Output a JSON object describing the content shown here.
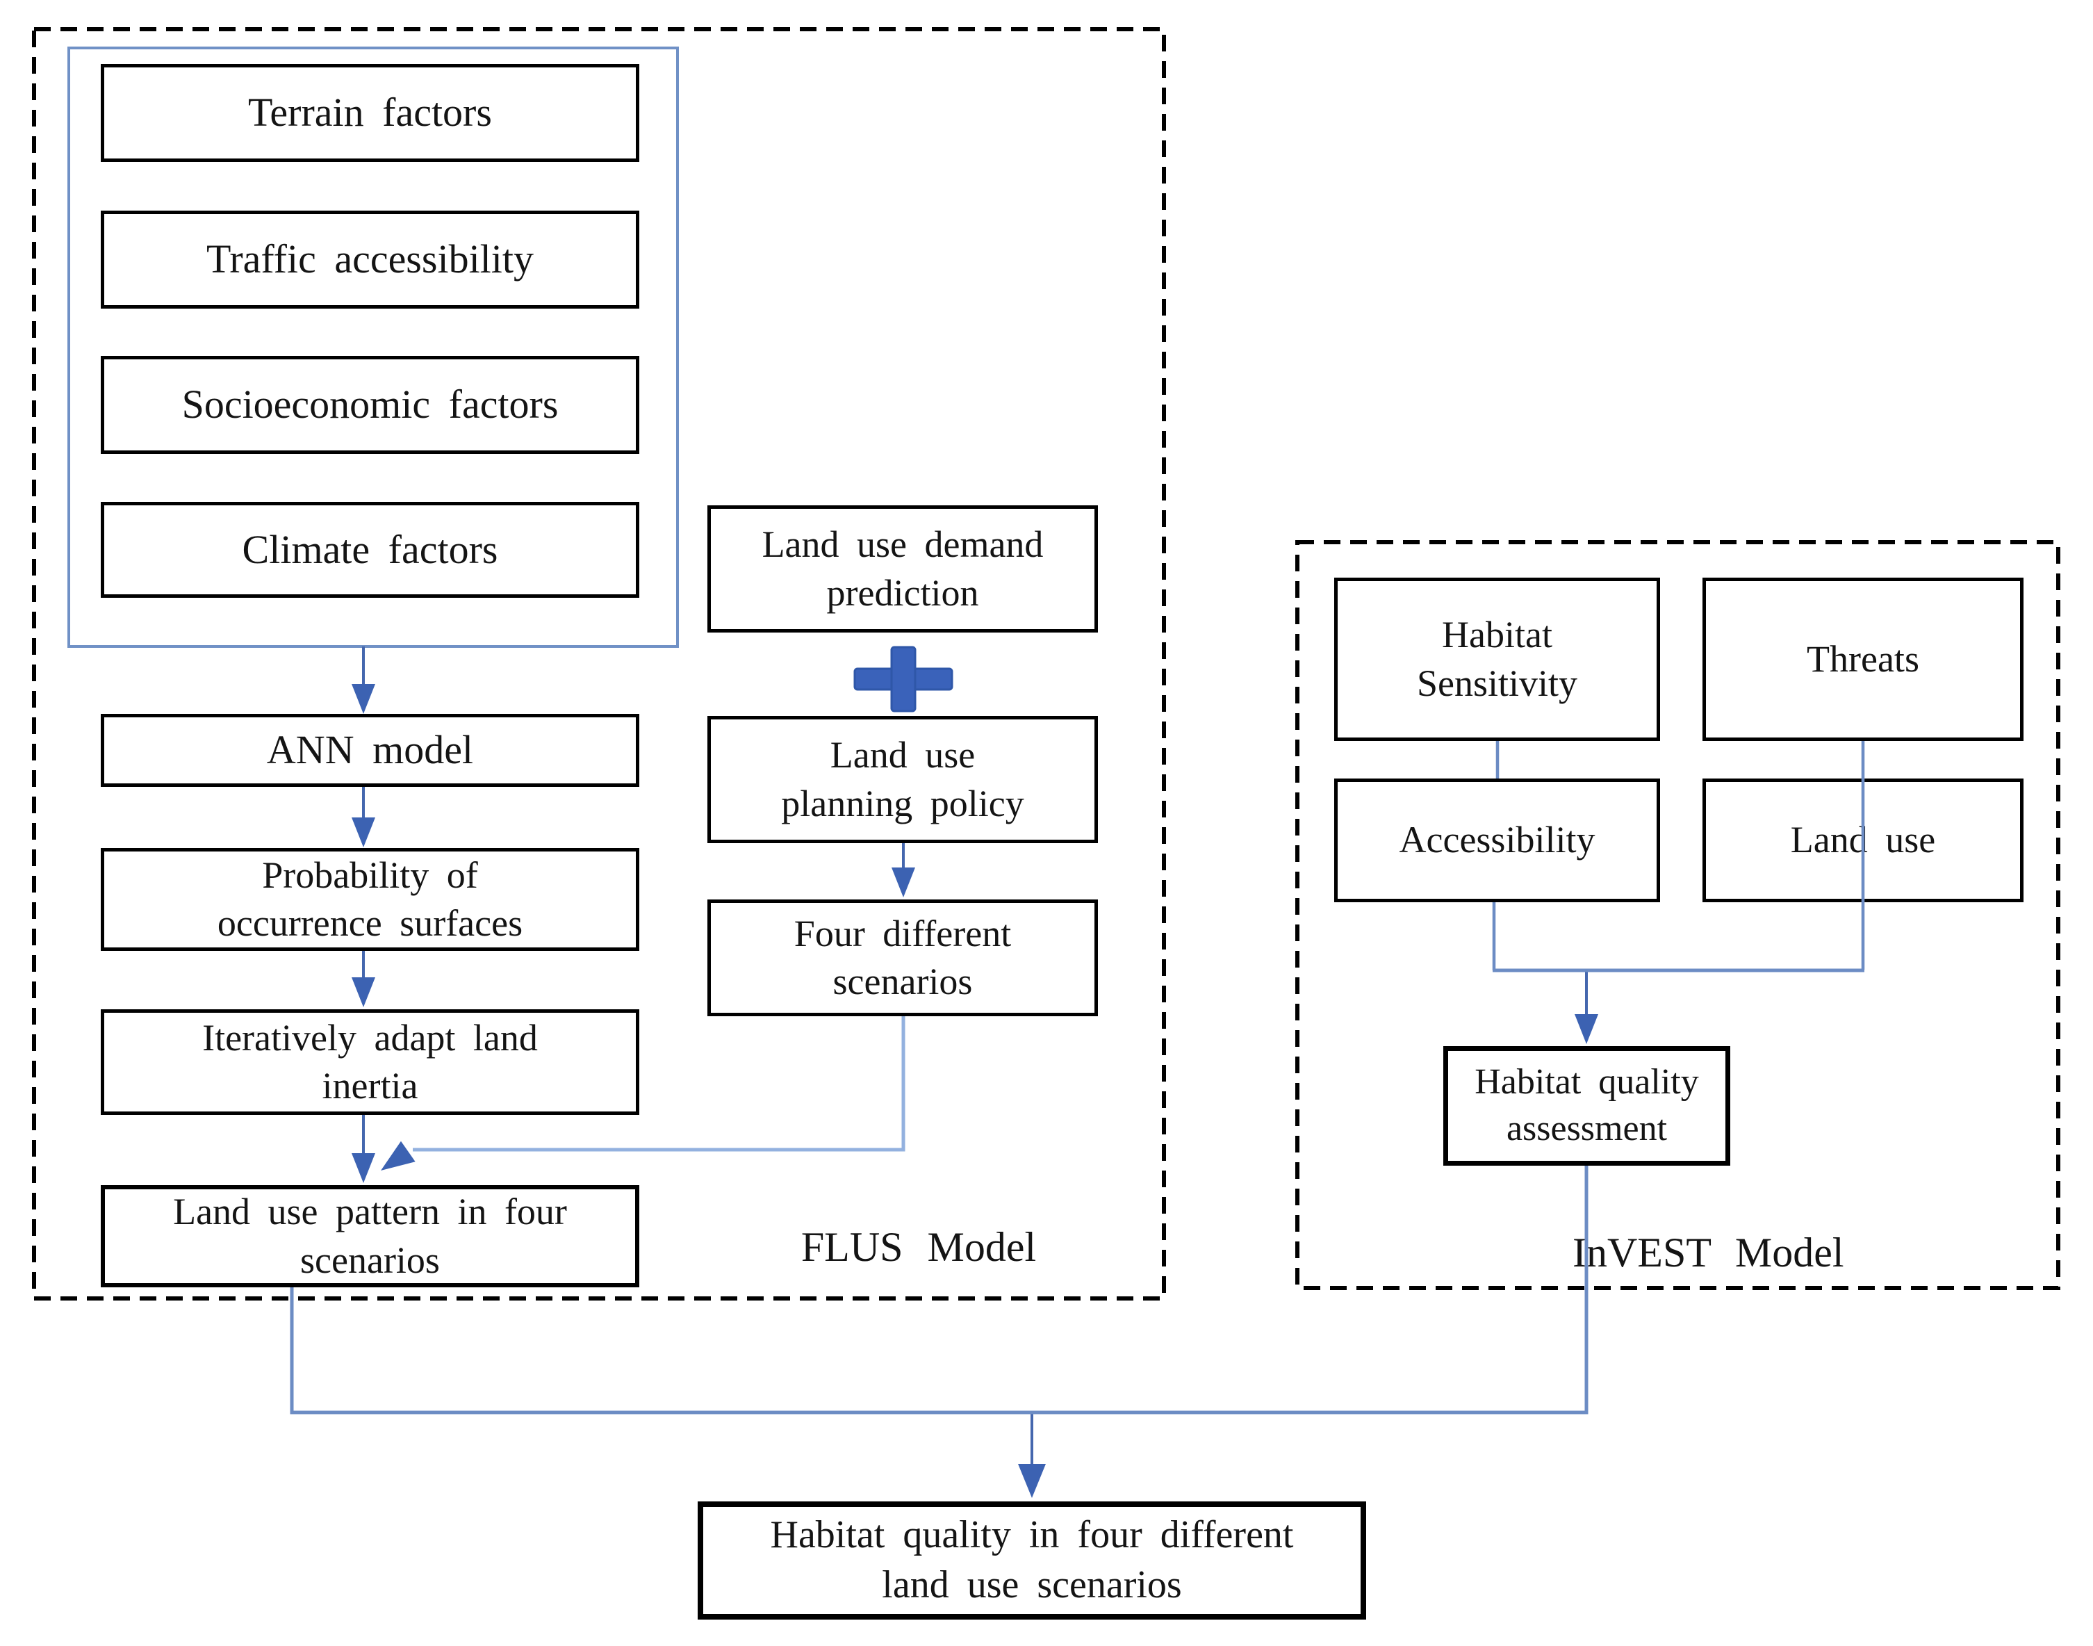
{
  "colors": {
    "box_border": "#000000",
    "container_dash": "#000000",
    "factors_container_blue": "#7091C6",
    "arrow_blue": "#3C62B2",
    "arrow_line_blue": "#4567AE",
    "long_connector_blue": "#6C8CC4",
    "light_connector_blue": "#93B1DF",
    "plus_fill": "#3A62BA",
    "background": "#FFFFFF"
  },
  "flus": {
    "label": "FLUS Model",
    "factor_boxes": [
      "Terrain factors",
      "Traffic accessibility",
      "Socioeconomic factors",
      "Climate factors"
    ],
    "ann": "ANN model",
    "probability": "Probability of\noccurrence surfaces",
    "inertia": "Iteratively adapt land\ninertia",
    "pattern": "Land use pattern in four\nscenarios",
    "demand": "Land use demand\nprediction",
    "plus_symbol": "+",
    "policy": "Land use\nplanning policy",
    "scenarios": "Four different\nscenarios"
  },
  "invest": {
    "label": "InVEST Model",
    "habitat_sensitivity": "Habitat\nSensitivity",
    "threats": "Threats",
    "accessibility": "Accessibility",
    "land_use": "Land use",
    "assessment": "Habitat quality\nassessment"
  },
  "output": {
    "final": "Habitat quality in four different\nland use scenarios"
  }
}
